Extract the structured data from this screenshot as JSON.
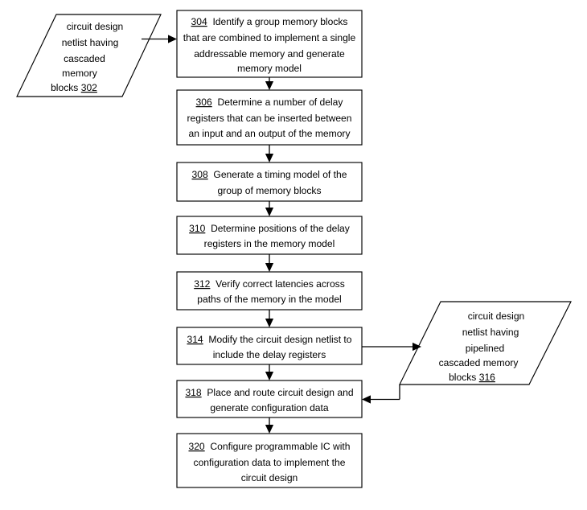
{
  "figure": {
    "title": "Memory block pipelining design flow",
    "background_color": "#ffffff",
    "line_color": "#000000",
    "text_color": "#000000"
  },
  "nodes": {
    "n302": {
      "kind": "io-parallelogram",
      "ref": "302",
      "lines": [
        "circuit design",
        "netlist having",
        "cascaded",
        "memory",
        "blocks "
      ],
      "ref_on_line": 4,
      "text": "circuit design netlist having cascaded memory blocks 302"
    },
    "n304": {
      "kind": "process-box",
      "ref": "304",
      "lines": [
        "Identify a group memory blocks",
        "that are combined to implement a single",
        "addressable memory and generate",
        "memory model"
      ],
      "ref_on_line": 0,
      "text": "304 Identify a group memory blocks that are combined to implement a single addressable memory and generate memory model"
    },
    "n306": {
      "kind": "process-box",
      "ref": "306",
      "lines": [
        "Determine a number of delay",
        "registers that can be inserted between",
        "an input and an output of the memory"
      ],
      "ref_on_line": 0,
      "text": "306 Determine a number of delay registers that can be inserted between an input and an output of the memory"
    },
    "n308": {
      "kind": "process-box",
      "ref": "308",
      "lines": [
        "Generate a timing model of the",
        "group of memory blocks"
      ],
      "ref_on_line": 0,
      "text": "308 Generate a timing model of the group of memory blocks"
    },
    "n310": {
      "kind": "process-box",
      "ref": "310",
      "lines": [
        "Determine positions of the delay",
        "registers in the memory model"
      ],
      "ref_on_line": 0,
      "text": "310 Determine positions of the delay registers in the memory model"
    },
    "n312": {
      "kind": "process-box",
      "ref": "312",
      "lines": [
        "Verify correct latencies across",
        "paths of the memory in the model"
      ],
      "ref_on_line": 0,
      "text": "312 Verify correct latencies across paths of the memory in the model"
    },
    "n314": {
      "kind": "process-box",
      "ref": "314",
      "lines": [
        "Modify the circuit design netlist to",
        "include the delay registers"
      ],
      "ref_on_line": 0,
      "text": "314 Modify the circuit design netlist to include the delay registers"
    },
    "n316": {
      "kind": "io-parallelogram",
      "ref": "316",
      "lines": [
        "circuit design",
        "netlist having",
        "pipelined",
        "cascaded memory",
        "blocks "
      ],
      "ref_on_line": 4,
      "text": "circuit design netlist having pipelined cascaded memory blocks 316"
    },
    "n318": {
      "kind": "process-box",
      "ref": "318",
      "lines": [
        "Place and route circuit design and",
        "generate configuration data"
      ],
      "ref_on_line": 0,
      "text": "318 Place and route circuit design and generate configuration data"
    },
    "n320": {
      "kind": "process-box",
      "ref": "320",
      "lines": [
        "Configure programmable IC with",
        "configuration data to implement the",
        "circuit design"
      ],
      "ref_on_line": 0,
      "text": "320 Configure programmable IC with configuration data to implement the circuit design"
    }
  },
  "edges": [
    {
      "id": "e302-304",
      "from": "302",
      "to": "304",
      "direction": "right"
    },
    {
      "id": "e304-306",
      "from": "304",
      "to": "306",
      "direction": "down"
    },
    {
      "id": "e306-308",
      "from": "306",
      "to": "308",
      "direction": "down"
    },
    {
      "id": "e308-310",
      "from": "308",
      "to": "310",
      "direction": "down"
    },
    {
      "id": "e310-312",
      "from": "310",
      "to": "312",
      "direction": "down"
    },
    {
      "id": "e312-314",
      "from": "312",
      "to": "314",
      "direction": "down"
    },
    {
      "id": "e314-318",
      "from": "314",
      "to": "318",
      "direction": "down"
    },
    {
      "id": "e314-316",
      "from": "314",
      "to": "316",
      "direction": "right"
    },
    {
      "id": "e316-318",
      "from": "316",
      "to": "318",
      "direction": "down-left"
    },
    {
      "id": "e318-320",
      "from": "318",
      "to": "320",
      "direction": "down"
    }
  ]
}
